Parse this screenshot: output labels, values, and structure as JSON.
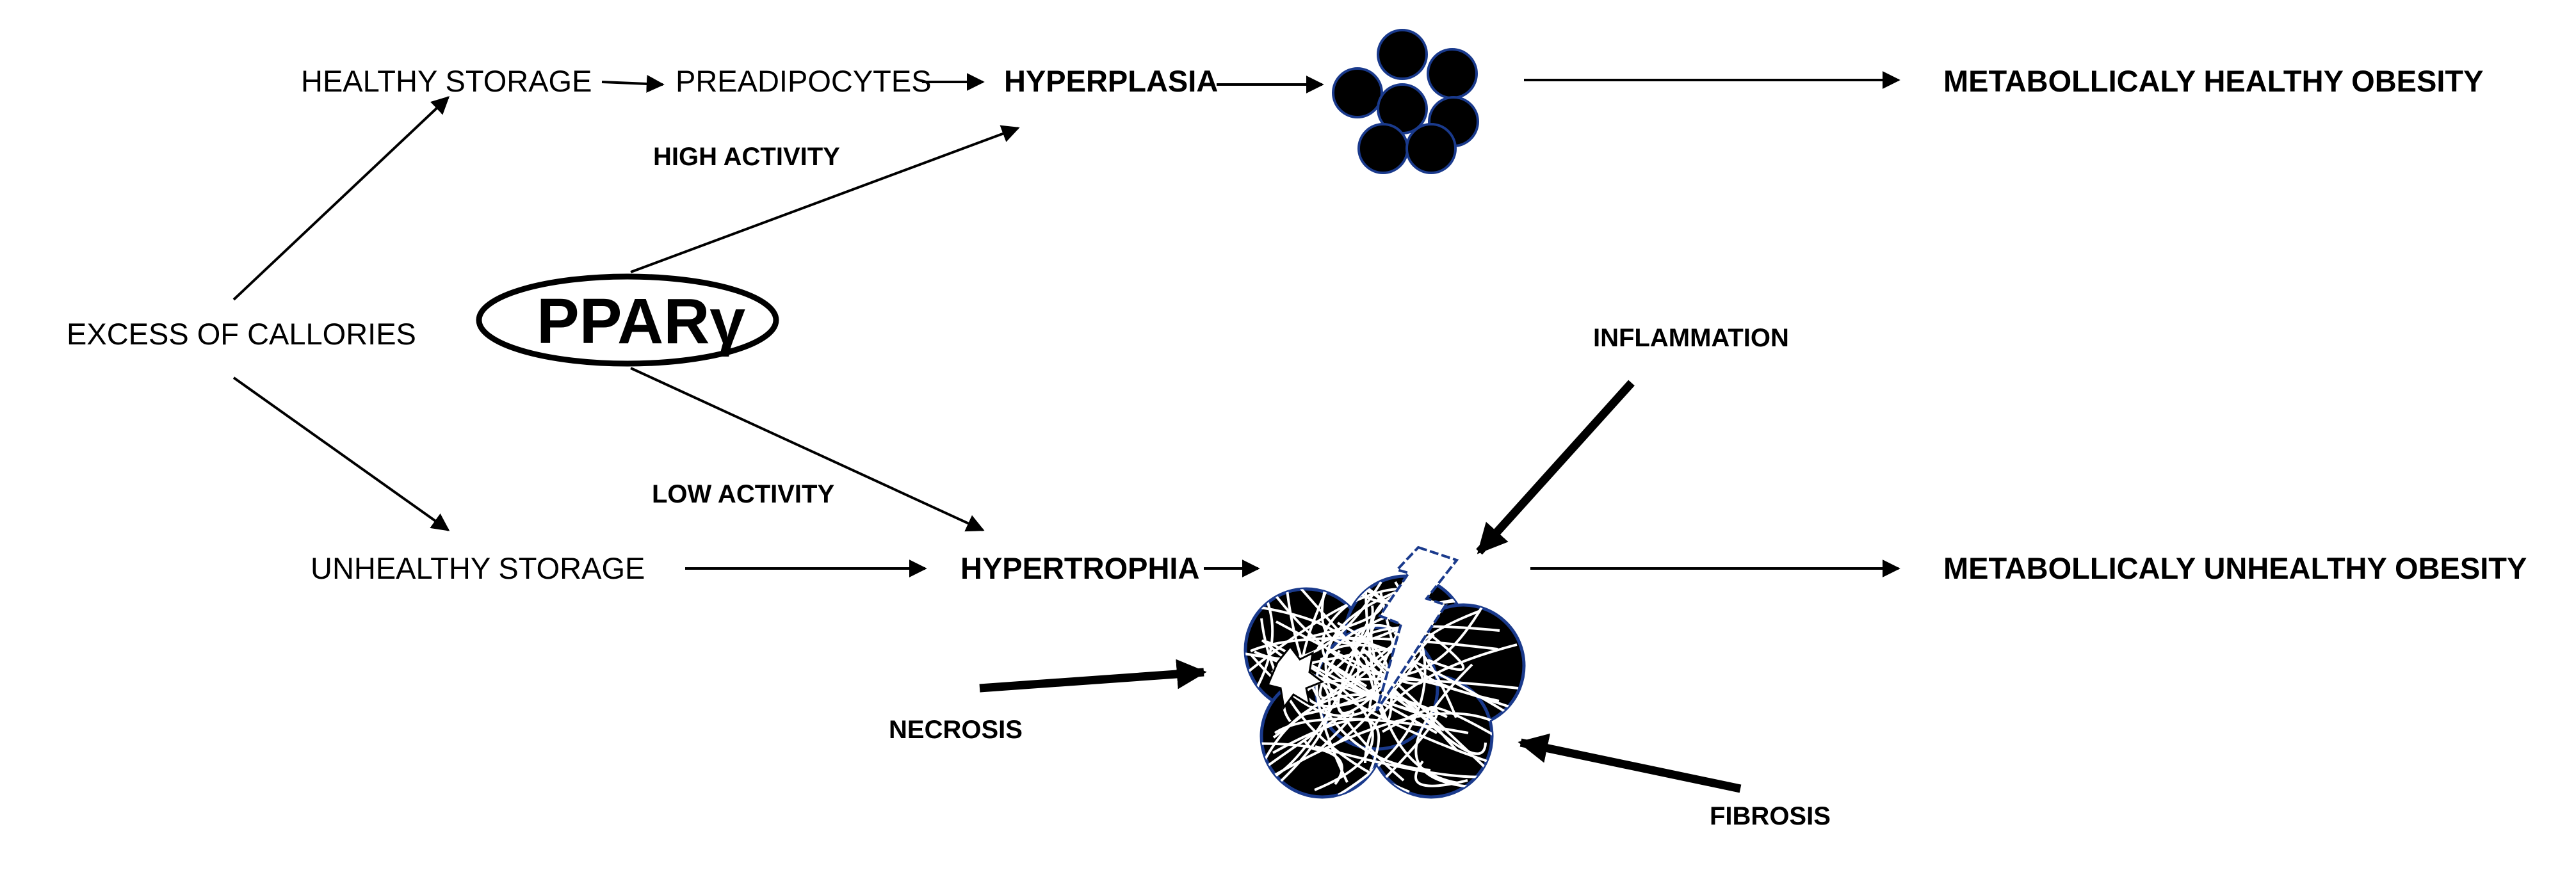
{
  "labels": {
    "excess": "EXCESS OF CALLORIES",
    "healthy_storage": "HEALTHY STORAGE",
    "unhealthy_storage": "UNHEALTHY STORAGE",
    "preadipocytes": "PREADIPOCYTES",
    "hyperplasia": "HYPERPLASIA",
    "hypertrophia": "HYPERTROPHIA",
    "high_activity": "HIGH ACTIVITY",
    "low_activity": "LOW ACTIVITY",
    "ppar": "PPARγ",
    "healthy_obesity": "METABOLLICALY HEALTHY OBESITY",
    "unhealthy_obesity": "METABOLLICALY UNHEALTHY OBESITY",
    "inflammation": "INFLAMMATION",
    "necrosis": "NECROSIS",
    "fibrosis": "FIBROSIS"
  },
  "colors": {
    "ink": "#000000",
    "fiber": "#ffffff",
    "cell_edge": "#1a3a8c"
  },
  "icons": {
    "healthy_cells": "small-adipocyte-cluster",
    "unhealthy_cells": "enlarged-fibrotic-adipocyte-cluster",
    "lightning": "lightning-bolt-icon"
  }
}
